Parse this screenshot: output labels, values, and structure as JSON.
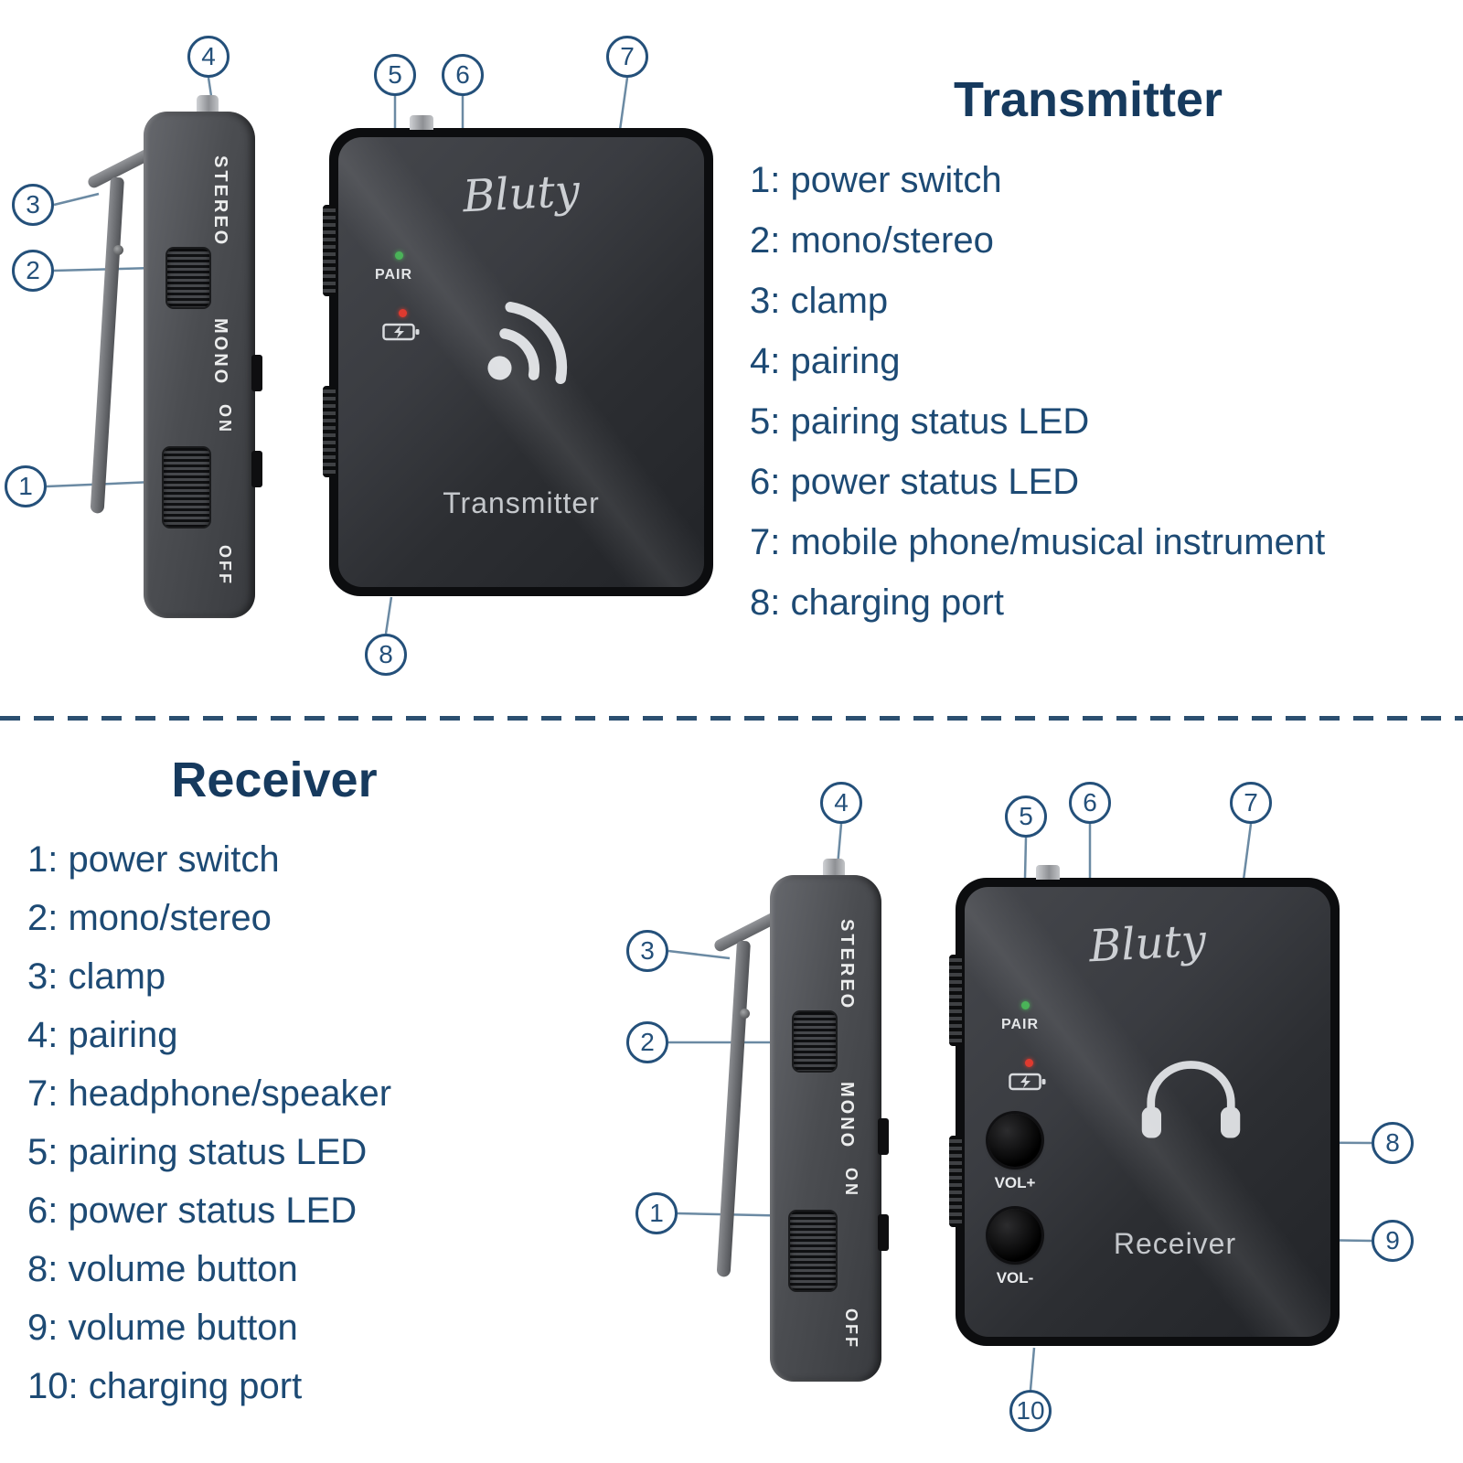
{
  "shared": {
    "brand": "Bluty",
    "pair_label": "PAIR",
    "side_labels": {
      "stereo": "STEREO",
      "mono": "MONO",
      "on": "ON",
      "off": "OFF"
    }
  },
  "transmitter": {
    "title": "Transmitter",
    "device_label": "Transmitter",
    "legend": [
      "1: power switch",
      "2: mono/stereo",
      "3: clamp",
      "4: pairing",
      "5: pairing status LED",
      "6: power status LED",
      "7: mobile phone/musical instrument",
      "8: charging port"
    ],
    "callouts": {
      "pairing": "4",
      "pairing_led": "5",
      "power_led": "6",
      "input_jack": "7",
      "clamp": "3",
      "mono_stereo": "2",
      "power_switch": "1",
      "charging_port": "8"
    }
  },
  "receiver": {
    "title": "Receiver",
    "device_label": "Receiver",
    "vol_up": "VOL+",
    "vol_down": "VOL-",
    "legend": [
      "1: power switch",
      "2: mono/stereo",
      "3: clamp",
      "4: pairing",
      "7: headphone/speaker",
      "5: pairing status LED",
      "6: power status LED",
      "8: volume button",
      "9: volume button",
      "10: charging port"
    ],
    "callouts": {
      "pairing": "4",
      "pairing_led": "5",
      "power_led": "6",
      "output_jack": "7",
      "clamp": "3",
      "mono_stereo": "2",
      "power_switch": "1",
      "vol_up": "8",
      "vol_down": "9",
      "charging_port": "10"
    }
  }
}
